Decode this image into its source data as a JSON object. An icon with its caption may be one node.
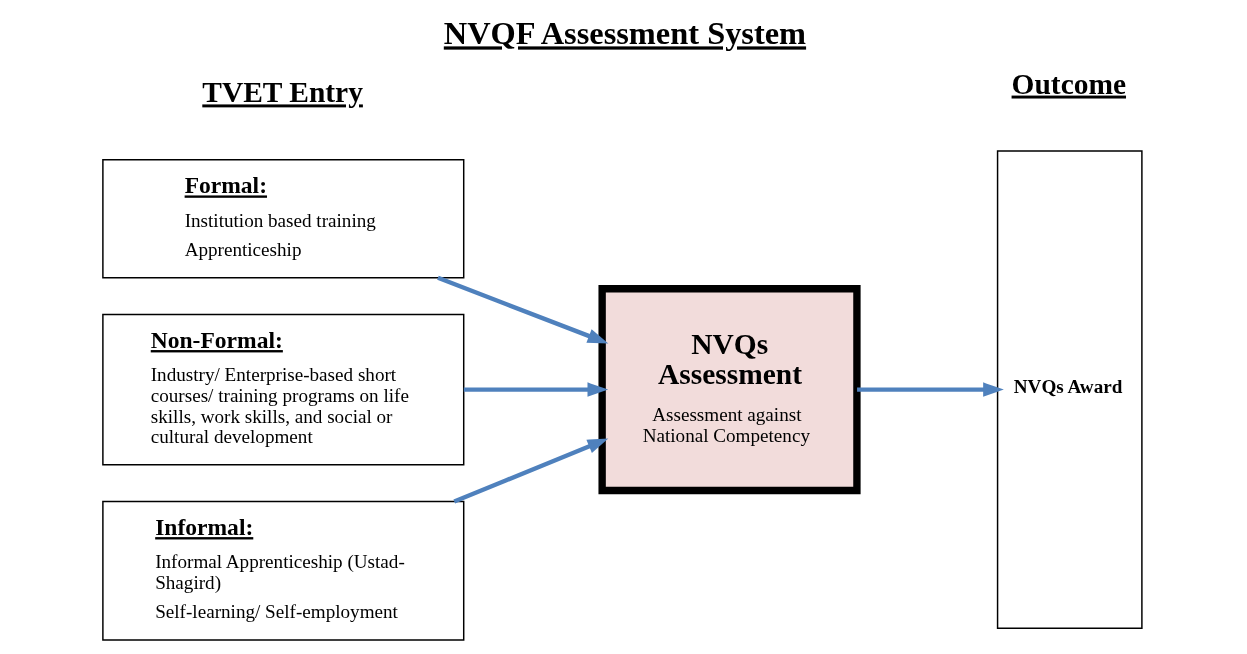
{
  "diagram": {
    "title": "NVQF Assessment System",
    "nodes": [
      {
        "text": [
          "Formal:",
          "Institution based training",
          "Apprenticeship"
        ]
      },
      {
        "text": [
          "Non-Formal:",
          "Industry/ Enterprise-based short courses/ training programs on life skills, work skills, and social or cultural development"
        ]
      },
      {
        "text": [
          "Informal:",
          "Informal Apprenticeship (Ustad-Shagird)",
          "Self-learning/ Self-employment"
        ]
      },
      {
        "text": [
          "NVQs Assessment",
          "Assessment against National Competency"
        ]
      },
      {
        "text": [
          "NVQs Award"
        ]
      }
    ],
    "edges": [
      {
        "from": 0,
        "to": 3,
        "arrow": "to"
      },
      {
        "from": 1,
        "to": 3,
        "arrow": "to"
      },
      {
        "from": 2,
        "to": 3,
        "arrow": "to"
      },
      {
        "from": 3,
        "to": 4,
        "arrow": "to"
      }
    ],
    "labels": [
      "TVET Entry",
      "Outcome"
    ]
  }
}
